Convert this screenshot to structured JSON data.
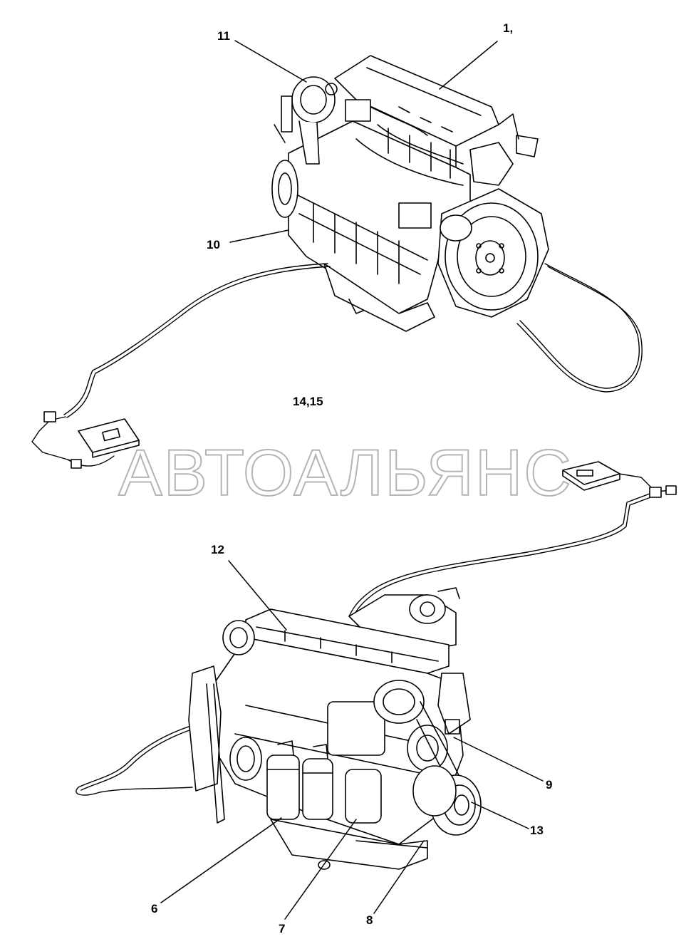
{
  "callouts": [
    {
      "id": "1",
      "text": "1,"
    },
    {
      "id": "11",
      "text": "11"
    },
    {
      "id": "10",
      "text": "10"
    },
    {
      "id": "14",
      "text": "14,15"
    },
    {
      "id": "12",
      "text": "12"
    },
    {
      "id": "9",
      "text": "9"
    },
    {
      "id": "13",
      "text": "13"
    },
    {
      "id": "6",
      "text": "6"
    },
    {
      "id": "7",
      "text": "7"
    },
    {
      "id": "8",
      "text": "8"
    }
  ],
  "watermark": "АВТОАЛЬЯНС"
}
